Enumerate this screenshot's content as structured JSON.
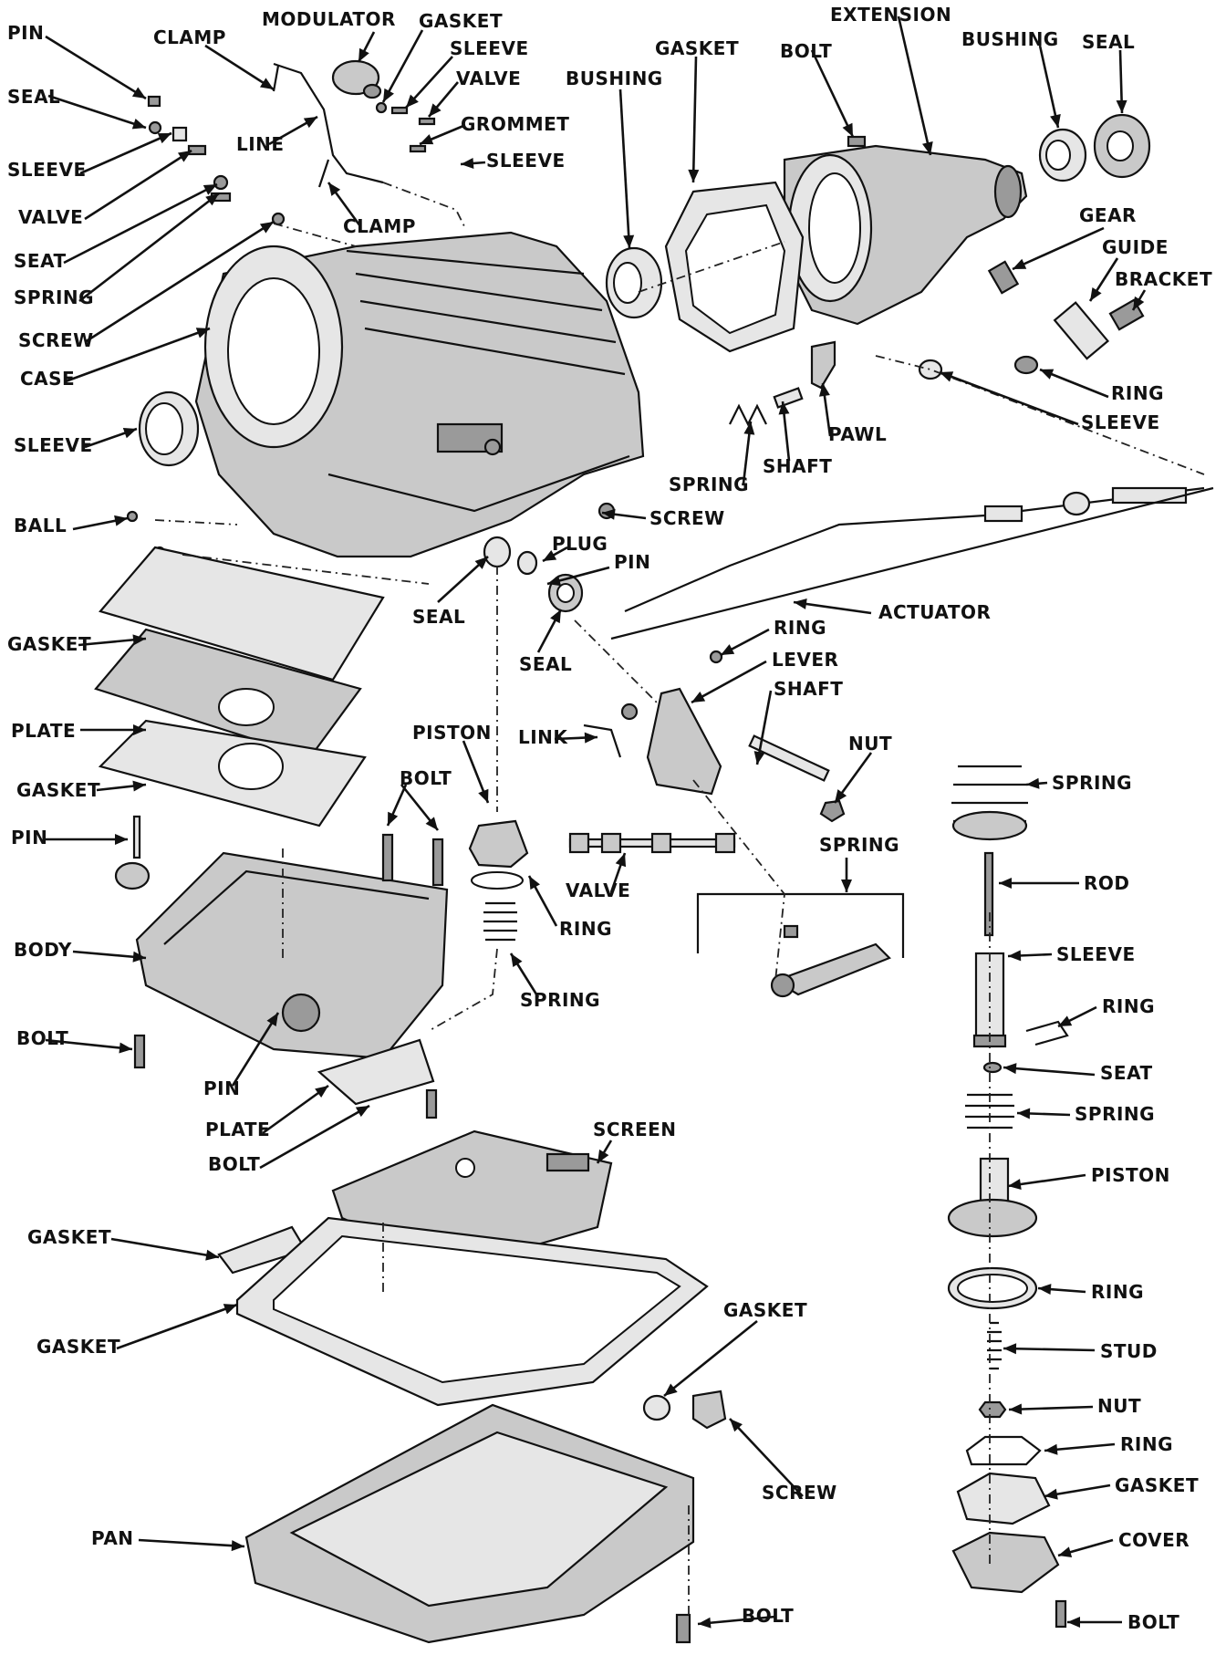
{
  "labels": {
    "pin_top": "PIN",
    "clamp_top": "CLAMP",
    "modulator": "MODULATOR",
    "gasket_top": "GASKET",
    "sleeve_top": "SLEEVE",
    "valve_top": "VALVE",
    "grommet": "GROMMET",
    "sleeve_grommet": "SLEEVE",
    "line": "LINE",
    "clamp_line": "CLAMP",
    "seal_top": "SEAL",
    "sleeve_left": "SLEEVE",
    "valve_left": "VALVE",
    "seat_left": "SEAT",
    "spring_left": "SPRING",
    "screw_left": "SCREW",
    "case": "CASE",
    "sleeve_case": "SLEEVE",
    "bushing_mid": "BUSHING",
    "gasket_ext": "GASKET",
    "bolt_ext": "BOLT",
    "extension": "EXTENSION",
    "bushing_right": "BUSHING",
    "seal_right": "SEAL",
    "gear": "GEAR",
    "guide": "GUIDE",
    "bracket": "BRACKET",
    "ring_guide": "RING",
    "sleeve_ext": "SLEEVE",
    "pawl": "PAWL",
    "shaft_pawl": "SHAFT",
    "spring_pawl": "SPRING",
    "screw_case": "SCREW",
    "ball": "BALL",
    "plug": "PLUG",
    "pin_plug": "PIN",
    "seal_plug1": "SEAL",
    "seal_plug2": "SEAL",
    "actuator": "ACTUATOR",
    "gasket_vb1": "GASKET",
    "plate_vb": "PLATE",
    "gasket_vb2": "GASKET",
    "ring_lever": "RING",
    "lever": "LEVER",
    "shaft_lever": "SHAFT",
    "nut_lever": "NUT",
    "link": "LINK",
    "piston_mid": "PISTON",
    "bolt_vb": "BOLT",
    "pin_body": "PIN",
    "body": "BODY",
    "ring_piston": "RING",
    "spring_piston": "SPRING",
    "valve_mid": "VALVE",
    "spring_detent": "SPRING",
    "bolt_body": "BOLT",
    "pin_under": "PIN",
    "plate_under": "PLATE",
    "bolt_under": "BOLT",
    "screen": "SCREEN",
    "gasket_screen": "GASKET",
    "gasket_pan": "GASKET",
    "gasket_screw": "GASKET",
    "screw_pan": "SCREW",
    "pan": "PAN",
    "bolt_pan": "BOLT",
    "spring_r1": "SPRING",
    "rod": "ROD",
    "sleeve_r": "SLEEVE",
    "ring_r1": "RING",
    "seat_r": "SEAT",
    "spring_r2": "SPRING",
    "piston_r": "PISTON",
    "ring_r2": "RING",
    "stud": "STUD",
    "nut_r": "NUT",
    "ring_r3": "RING",
    "gasket_r": "GASKET",
    "cover": "COVER",
    "bolt_r": "BOLT"
  }
}
